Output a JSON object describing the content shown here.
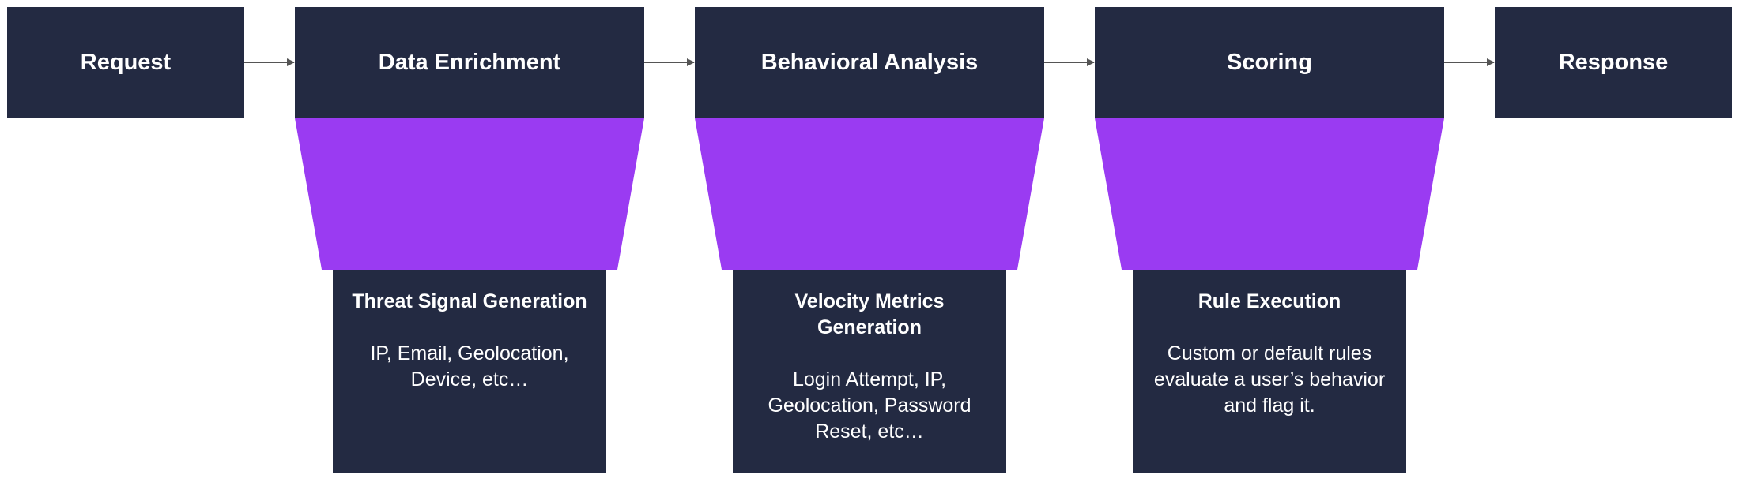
{
  "colors": {
    "box": "#232a42",
    "funnel": "#9a3bf2",
    "arrow": "#555555",
    "text": "#ffffff"
  },
  "stages": [
    {
      "id": "request",
      "label": "Request"
    },
    {
      "id": "data-enrichment",
      "label": "Data Enrichment"
    },
    {
      "id": "behavioral-analysis",
      "label": "Behavioral Analysis"
    },
    {
      "id": "scoring",
      "label": "Scoring"
    },
    {
      "id": "response",
      "label": "Response"
    }
  ],
  "details": [
    {
      "title": "Threat Signal Generation",
      "description": "IP, Email, Geolocation, Device, etc…"
    },
    {
      "title": "Velocity Metrics Generation",
      "description": "Login Attempt, IP, Geolocation, Password Reset, etc…"
    },
    {
      "title": "Rule Execution",
      "description": "Custom or default rules evaluate a user’s behavior and flag it."
    }
  ]
}
